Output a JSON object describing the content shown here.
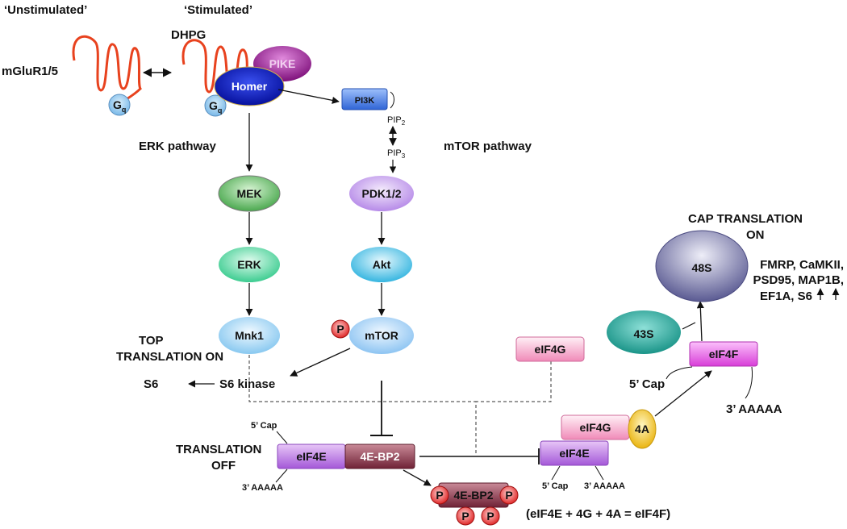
{
  "headers": {
    "unstimulated": "‘Unstimulated’",
    "stimulated": "‘Stimulated’"
  },
  "labels": {
    "dhpg": "DHPG",
    "mglur": "mGluR1/5",
    "gq_main": "G",
    "gq_sub": "q",
    "erk_pathway": "ERK pathway",
    "mtor_pathway": "mTOR pathway",
    "pip2_main": "PIP",
    "pip2_sub": "2",
    "pip3_main": "PIP",
    "pip3_sub": "3",
    "top_translation_1": "TOP",
    "top_translation_2": "TRANSLATION ON",
    "s6": "S6",
    "s6_kinase": "S6 kinase",
    "translation_off_1": "TRANSLATION",
    "translation_off_2": "OFF",
    "cap_translation_1": "CAP TRANSLATION",
    "cap_translation_2": "ON",
    "targets_1": "FMRP, CaMKII,",
    "targets_2": "PSD95, MAP1B,",
    "targets_3": "EF1A, S6",
    "equation": "(eIF4E + 4G + 4A = eIF4F)",
    "cap_5_a": "5’ Cap",
    "polya_3_a": "3’ AAAAA",
    "cap_5_b": "5’ Cap",
    "polya_3_b": "3’ AAAAA",
    "cap_5_c": "5’ Cap",
    "polya_3_c": "3’ AAAAA",
    "p": "P"
  },
  "nodes": {
    "pike": "PIKE",
    "homer": "Homer",
    "pi3k": "PI3K",
    "mek": "MEK",
    "erk": "ERK",
    "mnk1": "Mnk1",
    "pdk": "PDK1/2",
    "akt": "Akt",
    "mtor": "mTOR",
    "eif4g_top": "eIF4G",
    "eif4e_left": "eIF4E",
    "bp2_left": "4E-BP2",
    "bp2_phos": "4E-BP2",
    "eif4g_mid": "eIF4G",
    "eif4a": "4A",
    "eif4e_right": "eIF4E",
    "s43": "43S",
    "s48": "48S",
    "eif4f": "eIF4F"
  },
  "colors": {
    "receptor": "#e8421e",
    "gq": "#8ec8ee",
    "pike": "#a01a9a",
    "homer": "#0a14c8",
    "pi3k": "#4a7de0",
    "mek": "#5cb860",
    "erk": "#57d6a3",
    "mnk1": "#a8daf6",
    "pdk": "#c7a3ef",
    "akt": "#4ec3e8",
    "mtor": "#a7d3f7",
    "eif4g": "#f6b4d2",
    "eif4e": "#bb76e4",
    "bp2": "#8e3a4d",
    "eif4a": "#f2c21c",
    "s43": "#2aaaa0",
    "s48": "#5f5f96",
    "eif4f": "#e85ce8",
    "phospho": "#e83030"
  }
}
